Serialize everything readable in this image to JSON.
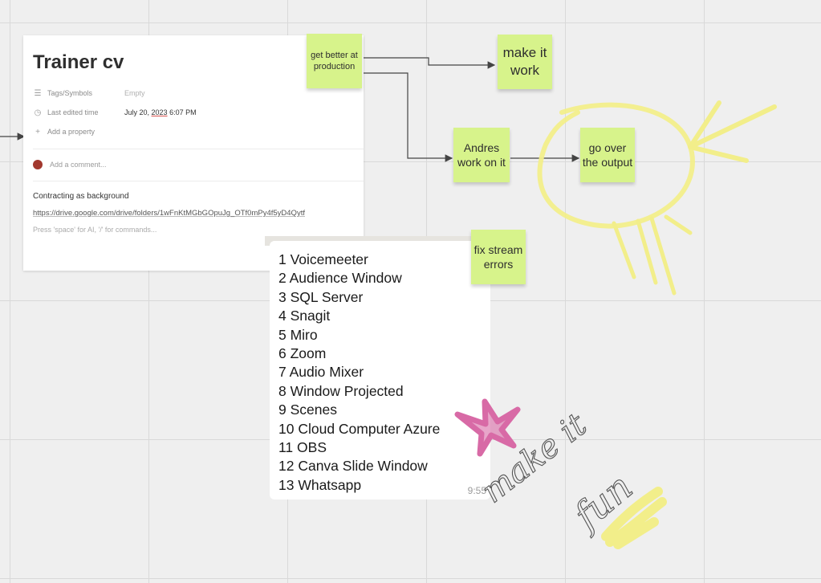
{
  "page": {
    "title": "Trainer cv",
    "properties": [
      {
        "icon": "list-icon",
        "label": "Tags/Symbols",
        "value": "Empty"
      },
      {
        "icon": "clock-icon",
        "label": "Last edited time",
        "value_date": "July 20, ",
        "value_year": "2023",
        "value_time": " 6:07 PM"
      }
    ],
    "add_property": "Add a property",
    "comment_placeholder": "Add a comment...",
    "body_line": "Contracting as background",
    "link": "https://drive.google.com/drive/folders/1wFnKtMGbGOpuJg_OTf0mPy4f5yD4Qytf",
    "hint": "Press 'space' for AI, '/' for commands..."
  },
  "stickies": {
    "get_better": "get better at production",
    "make_it_work": "make it work",
    "andres": "Andres work on it",
    "go_over": "go over the output",
    "fix_stream": "fix stream errors"
  },
  "list": {
    "items": [
      "1 Voicemeeter",
      "2 Audience Window",
      "3 SQL Server",
      "4 Snagit",
      "5 Miro",
      "6 Zoom",
      "7 Audio Mixer",
      "8 Window Projected",
      "9 Scenes",
      "10 Cloud Computer Azure",
      "11 OBS",
      "12 Canva Slide Window",
      "13 Whatsapp"
    ],
    "time": "9:55"
  },
  "handwriting": {
    "line1": "make it",
    "line2": "fun"
  },
  "colors": {
    "sticky": "#d7f38b",
    "highlight_yellow": "#f2ee8a",
    "pink_star": "#d86aa6",
    "connector": "#444444"
  }
}
